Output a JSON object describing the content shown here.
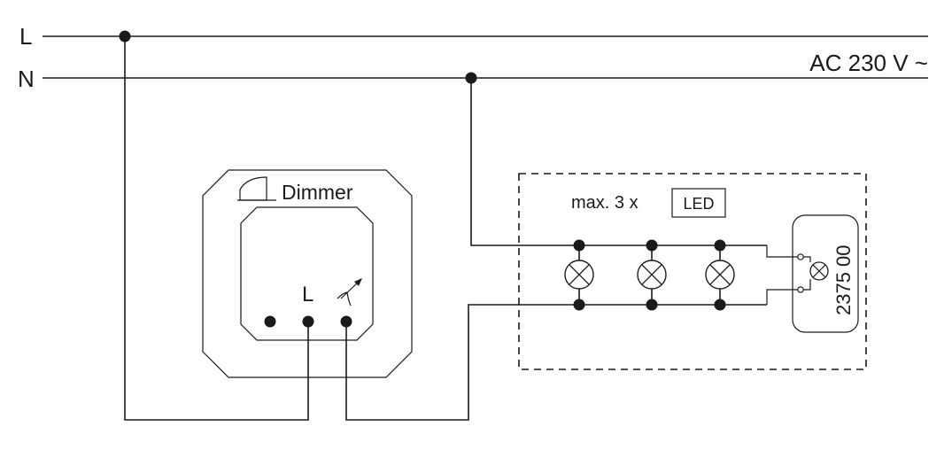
{
  "lines": {
    "l_label": "L",
    "n_label": "N",
    "supply_label": "AC 230 V ~"
  },
  "dimmer": {
    "title": "Dimmer",
    "terminal_l_label": "L",
    "dimmer_symbol": "dimmed-output-symbol"
  },
  "load": {
    "max_text": "max. 3 x",
    "led_tag": "LED",
    "lamp_count": 3,
    "lamp_icon": "lamp-icon"
  },
  "module": {
    "article_number": "2375 00",
    "lamp_icon": "lamp-icon"
  },
  "colors": {
    "ink": "#1a1a1a",
    "background": "#ffffff"
  }
}
